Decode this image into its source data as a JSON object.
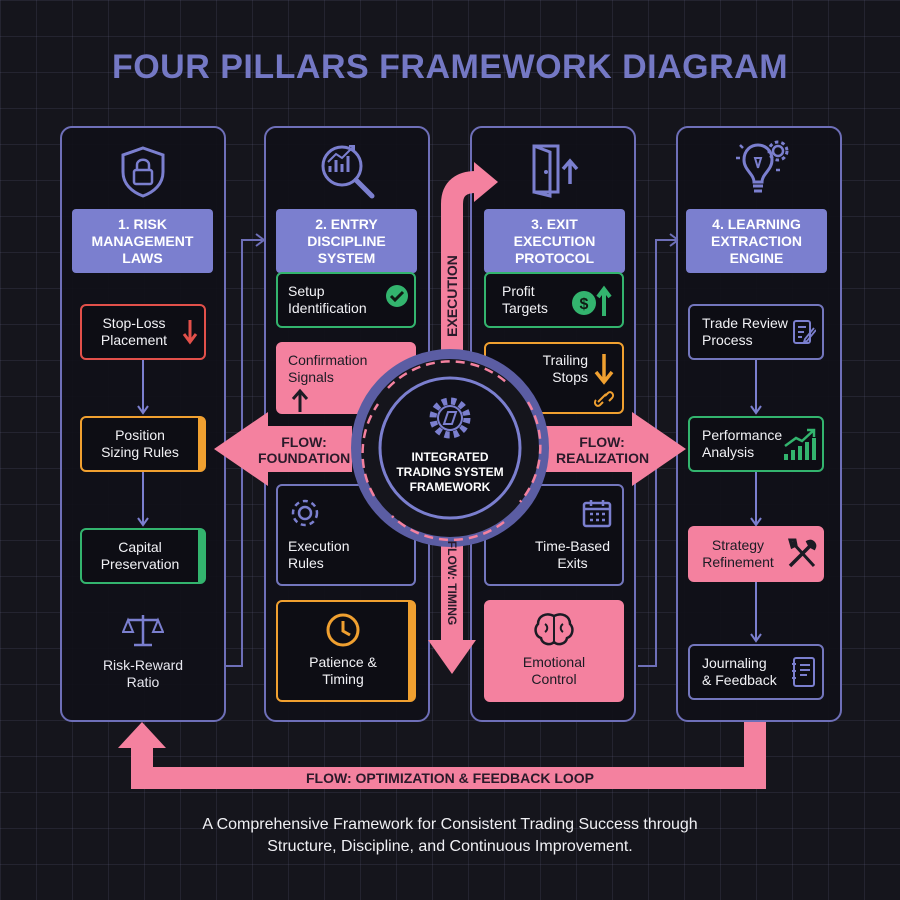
{
  "title": "FOUR PILLARS FRAMEWORK DIAGRAM",
  "colors": {
    "accent": "#7b7fcf",
    "flow_pink": "#f4819f",
    "red": "#e2504a",
    "orange": "#f0a030",
    "green": "#33b46e",
    "background": "#15151c"
  },
  "pillars": [
    {
      "header": "1. RISK\nMANAGEMENT\nLAWS",
      "icon": "shield-lock-icon",
      "items": [
        {
          "label": "Stop-Loss\nPlacement",
          "icon": "arrow-down-icon"
        },
        {
          "label": "Position\nSizing Rules"
        },
        {
          "label": "Capital\nPreservation"
        },
        {
          "label": "Risk-Reward\nRatio",
          "icon": "scales-icon"
        }
      ]
    },
    {
      "header": "2. ENTRY\nDISCIPLINE\nSYSTEM",
      "icon": "chart-magnifier-icon",
      "items": [
        {
          "label": "Setup\nIdentification",
          "icon": "check-circle-icon"
        },
        {
          "label": "Confirmation\nSignals",
          "icon": "arrow-up-icon"
        },
        {
          "label": "Execution\nRules",
          "icon": "gear-icon"
        },
        {
          "label": "Patience &\nTiming",
          "icon": "clock-icon"
        }
      ]
    },
    {
      "header": "3. EXIT\nEXECUTION\nPROTOCOL",
      "icon": "door-exit-icon",
      "items": [
        {
          "label": "Profit\nTargets",
          "icon": "dollar-up-icon"
        },
        {
          "label": "Trailing\nStops",
          "icon": "arrow-down-link-icon"
        },
        {
          "label": "Time-Based\nExits",
          "icon": "calendar-icon"
        },
        {
          "label": "Emotional\nControl",
          "icon": "brain-icon"
        }
      ]
    },
    {
      "header": "4. LEARNING\nEXTRACTION\nENGINE",
      "icon": "lightbulb-gear-icon",
      "items": [
        {
          "label": "Trade Review\nProcess",
          "icon": "document-edit-icon"
        },
        {
          "label": "Performance\nAnalysis",
          "icon": "bar-chart-up-icon"
        },
        {
          "label": "Strategy\nRefinement",
          "icon": "tools-icon"
        },
        {
          "label": "Journaling\n& Feedback",
          "icon": "notebook-icon"
        }
      ]
    }
  ],
  "hub": {
    "label": "INTEGRATED\nTRADING SYSTEM\nFRAMEWORK",
    "icon": "compass-gear-icon"
  },
  "flows": {
    "foundation": "FLOW:\nFOUNDATION",
    "realization": "FLOW:\nREALIZATION",
    "execution": "EXECUTION",
    "timing": "FLOW: TIMING",
    "loop": "FLOW: OPTIMIZATION & FEEDBACK LOOP"
  },
  "caption": "A Comprehensive Framework for Consistent Trading Success through\nStructure, Discipline, and Continuous Improvement."
}
